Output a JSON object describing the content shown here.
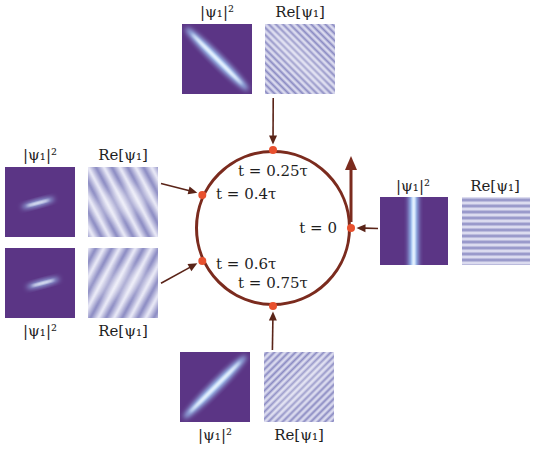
{
  "diagram": {
    "nodes": [
      {
        "text": [
          "|ψ₁|²",
          "Re[ψ₁]"
        ]
      },
      {
        "text": [
          "|ψ₁|²",
          "Re[ψ₁]"
        ]
      },
      {
        "text": [
          "|ψ₁|²",
          "Re[ψ₁]"
        ]
      },
      {
        "text": [
          "t = 0.25τ",
          "t = 0.4τ",
          "t = 0.6τ",
          "t = 0",
          "t = 0.75τ"
        ]
      },
      {
        "text": [
          "|ψ₁|²",
          "Re[ψ₁]"
        ]
      },
      {
        "text": [
          "|ψ₁|²",
          "Re[ψ₁]"
        ]
      }
    ],
    "edges": [
      {
        "from": 0,
        "to": 3,
        "arrow": "to"
      },
      {
        "from": 1,
        "to": 3,
        "arrow": "to"
      },
      {
        "from": 2,
        "to": 3,
        "arrow": "to"
      },
      {
        "from": 4,
        "to": 3,
        "arrow": "to"
      },
      {
        "from": 5,
        "to": 3,
        "arrow": "to"
      }
    ]
  }
}
